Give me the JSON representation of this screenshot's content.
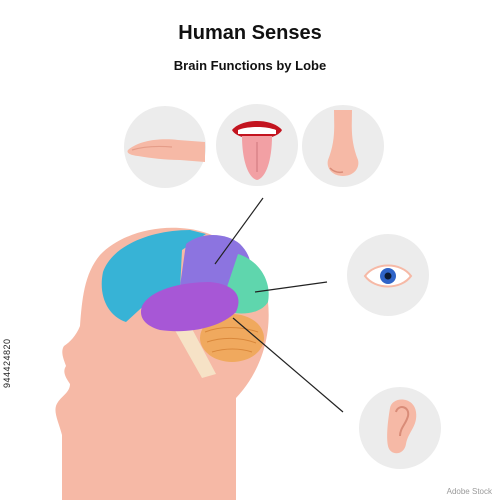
{
  "header": {
    "title": "Human Senses",
    "subtitle": "Brain Functions by Lobe"
  },
  "senses": [
    {
      "name": "touch",
      "icon": "hand-icon"
    },
    {
      "name": "taste",
      "icon": "mouth-tongue-icon"
    },
    {
      "name": "smell",
      "icon": "nose-icon"
    },
    {
      "name": "sight",
      "icon": "eye-icon"
    },
    {
      "name": "hearing",
      "icon": "ear-icon"
    }
  ],
  "lobes": [
    {
      "name": "frontal",
      "color": "#37b3d6"
    },
    {
      "name": "parietal",
      "color": "#8c74e0"
    },
    {
      "name": "occipital",
      "color": "#5fd6ad"
    },
    {
      "name": "temporal",
      "color": "#a757d6"
    },
    {
      "name": "cerebellum",
      "color": "#f0a95e"
    }
  ],
  "colors": {
    "skin": "#f6b9a6",
    "circle_bg": "#ececec",
    "brainstem": "#f6e2c6",
    "pointer_line": "#222222"
  },
  "watermark": {
    "side_id": "944424820",
    "footer": "Adobe Stock"
  }
}
